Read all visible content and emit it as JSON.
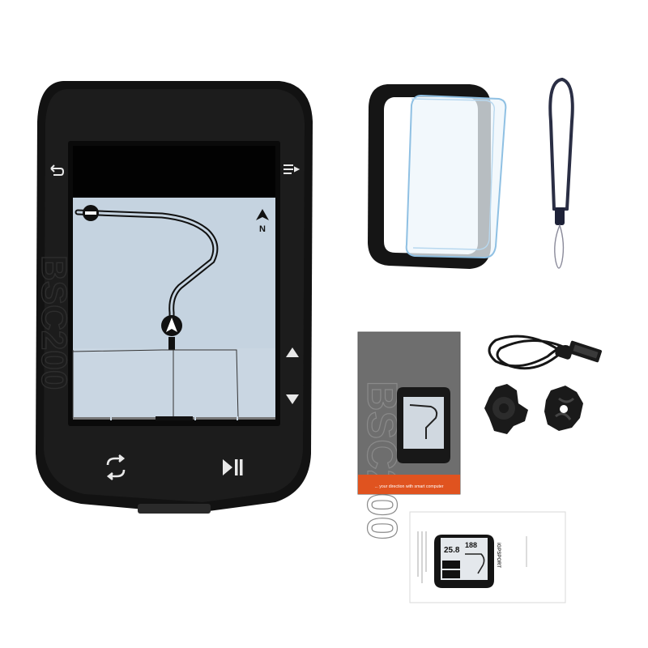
{
  "device": {
    "brand_vertical": "BSC200",
    "compass_label": "N"
  },
  "box": {
    "brand_vertical": "BSC200",
    "strip_text": "... your direction with smart computer"
  },
  "manual": {
    "speed_readout": "25.8",
    "distance_readout": "188",
    "brand": "iGPSPORT"
  },
  "colors": {
    "device_body": "#121212",
    "screen_bg": "#c5d3e0",
    "box_orange": "#e0531f",
    "box_grey": "#6e6e6e"
  },
  "icons": [
    "back-icon",
    "menu-icon",
    "up-arrow-icon",
    "down-arrow-icon",
    "loop-icon",
    "play-pause-icon",
    "compass-icon"
  ]
}
